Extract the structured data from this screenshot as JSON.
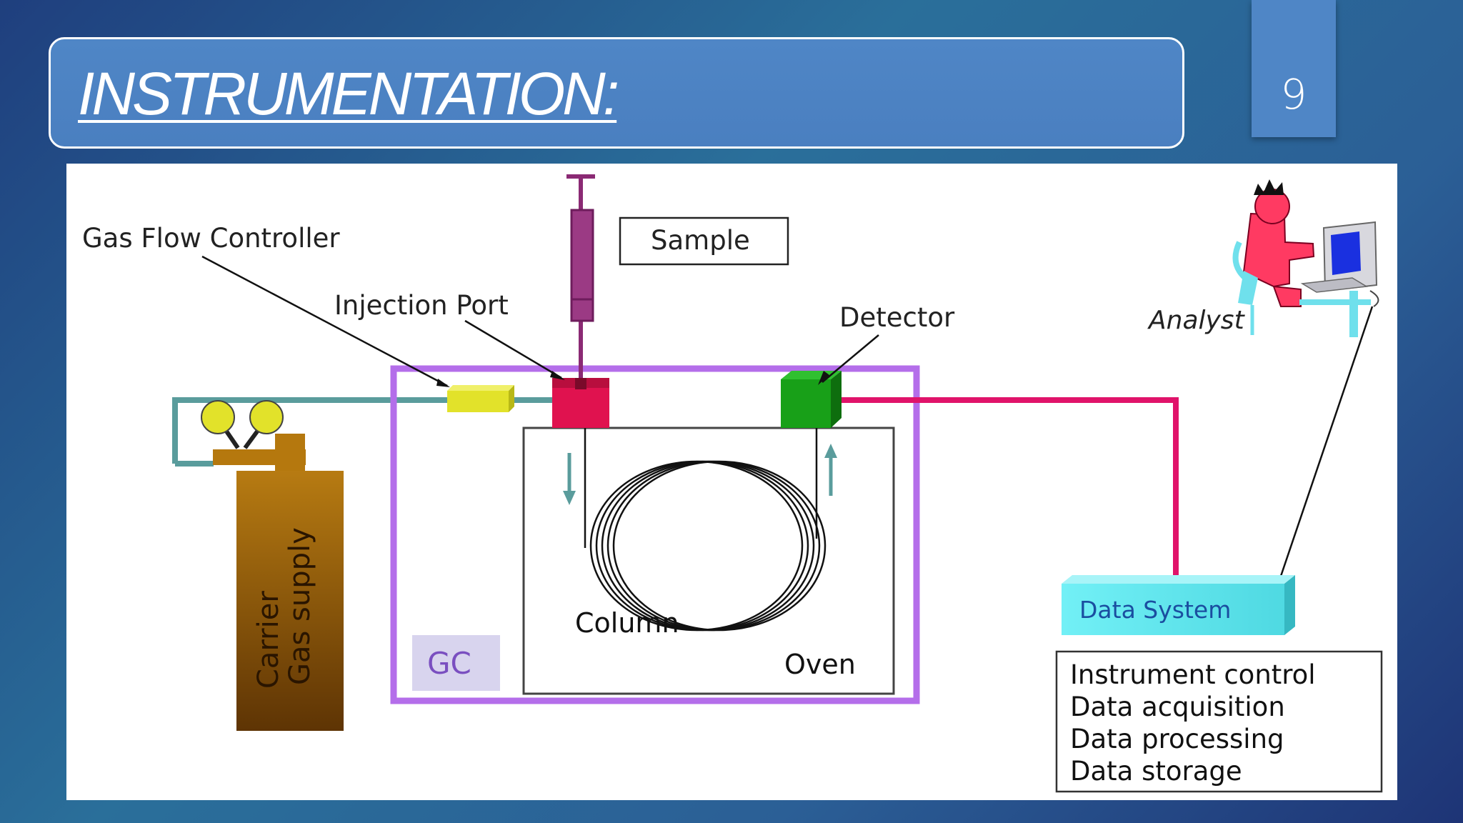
{
  "slide": {
    "title": "INSTRUMENTATION:",
    "page_number": "9"
  },
  "diagram": {
    "labels": {
      "gas_flow_controller": "Gas Flow Controller",
      "injection_port": "Injection Port",
      "sample": "Sample",
      "detector": "Detector",
      "analyst": "Analyst",
      "carrier_line1": "Carrier",
      "carrier_line2": "Gas supply",
      "column": "Column",
      "oven": "Oven",
      "gc": "GC",
      "data_system": "Data System"
    },
    "data_system_functions": [
      "Instrument control",
      "Data acquisition",
      "Data processing",
      "Data storage"
    ],
    "colors": {
      "gc_frame": "#b46eea",
      "signal_line": "#e0136a",
      "gas_line": "#5a9c9c",
      "flow_controller": "#e2e22a",
      "injection_port": "#e0124f",
      "detector": "#18a018",
      "cylinder": "#9a5e08",
      "data_system": "#5fe6ee",
      "syringe": "#8b2a74"
    }
  }
}
